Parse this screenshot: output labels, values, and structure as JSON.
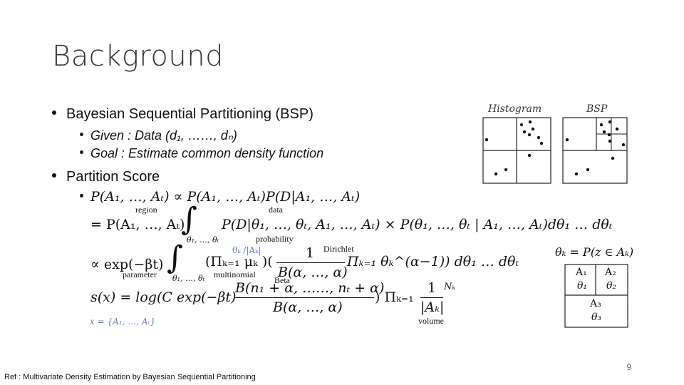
{
  "slide": {
    "title": "Background",
    "page_number": "9",
    "footer": "Ref : Multivariate Density Estimation by Bayesian Sequential Partitioning"
  },
  "bullets": {
    "b1": "Bayesian Sequential Partitioning (BSP)",
    "b1_sub1": "Given : Data (d₁, ……, dₙ)",
    "b1_sub2": "Goal : Estimate common density function",
    "b2": "Partition Score",
    "b2_sub1": "P(A₁, …, Aₜ) ∝ P(A₁, …, Aₜ)P(D|A₁, …, Aₜ)"
  },
  "equations": {
    "eq1_lhs": "= P(A₁, …, Aₜ)",
    "eq1_rhs": "P(D|θ₁, …, θₜ, A₁, …, Aₜ) × P(θ₁, …, θₜ | A₁, …, Aₜ)dθ₁ … dθₜ",
    "eq2": "∝ exp(−βt)",
    "eq2_mid": "(Πₖ₌₁ μₖ )(",
    "eq2_rhs": "Πₖ₌₁ θₖ^(α−1)) dθ₁ … dθₜ",
    "eq2_frac_num": "1",
    "eq2_frac_den": "B(α, …, α)",
    "eq3_lhs": "s(x) = log(C exp(−βt)",
    "eq3_frac_num": "B(n₁ + α, ……, nₜ + α)",
    "eq3_frac_den": "B(α, …, α)",
    "eq3_rhs": ") Πₖ₌₁",
    "eq3_frac2_num": "1",
    "eq3_frac2_den": "|Aₖ|",
    "eq3_exp": "Nₖ",
    "int_sub": "θ₁, …, θₜ",
    "x_def": "x = {A₁, …, Aₜ}",
    "theta_def": "θₖ = P(z ∈ Aₖ)",
    "theta_ratio": "θₖ /|Aₖ|"
  },
  "annotations": {
    "region": "region",
    "data": "data",
    "probability": "probability",
    "dirichlet": "Dirichlet",
    "parameter": "parameter",
    "multinomial": "multinomial",
    "beta": "Beta",
    "volume": "volume"
  },
  "figure": {
    "histogram_title": "Histogram",
    "bsp_title": "BSP",
    "cells": {
      "a1": "A₁",
      "t1": "θ₁",
      "a2": "A₂",
      "t2": "θ₂",
      "a3": "A₃",
      "t3": "θ₃"
    }
  }
}
